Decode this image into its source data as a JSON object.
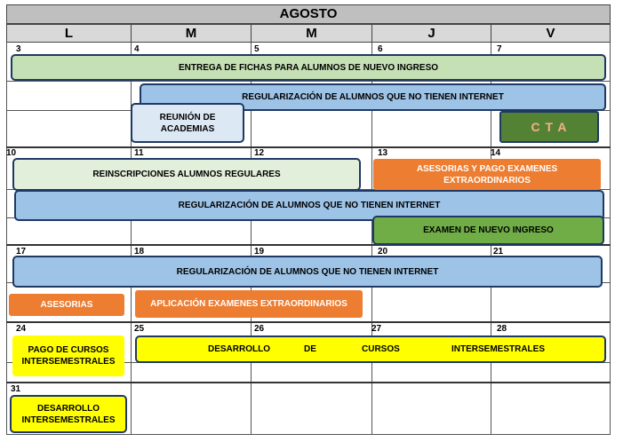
{
  "month": "AGOSTO",
  "days": [
    "L",
    "M",
    "M",
    "J",
    "V"
  ],
  "dates": [
    "3",
    "4",
    "5",
    "6",
    "7",
    "10",
    "11",
    "12",
    "13",
    "14",
    "17",
    "18",
    "19",
    "20",
    "21",
    "24",
    "25",
    "26",
    "27",
    "28",
    "31"
  ],
  "events": {
    "entrega_fichas": "ENTREGA DE FICHAS PARA ALUMNOS DE NUEVO INGRESO",
    "regularizacion": "REGULARIZACIÓN DE ALUMNOS QUE NO TIENEN INTERNET",
    "reunion": "REUNIÓN DE ACADEMIAS",
    "cta": "C T A",
    "reinscripciones": "REINSCRIPCIONES ALUMNOS REGULARES",
    "asesorias_pago": "ASESORIAS Y PAGO EXAMENES EXTRAORDINARIOS",
    "examen_nuevo": "EXAMEN DE NUEVO INGRESO",
    "asesorias": "ASESORIAS",
    "aplicacion": "APLICACIÓN   EXAMENES EXTRAORDINARIOS",
    "pago_cursos": "PAGO DE CURSOS INTERSEMESTRALES",
    "desarrollo_words": [
      "DESARROLLO",
      "DE",
      "CURSOS",
      "INTERSEMESTRALES"
    ],
    "desarrollo_31": "DESARROLLO INTERSEMESTRALES"
  },
  "colors": {
    "header_bg": "#bfbfbf",
    "day_header_bg": "#d9d9d9",
    "blue": "#9dc3e6",
    "orange": "#ed7d31",
    "yellow": "#ffff00",
    "green_dark": "#548235",
    "green_mid": "#70ad47",
    "border_navy": "#1f3864"
  }
}
